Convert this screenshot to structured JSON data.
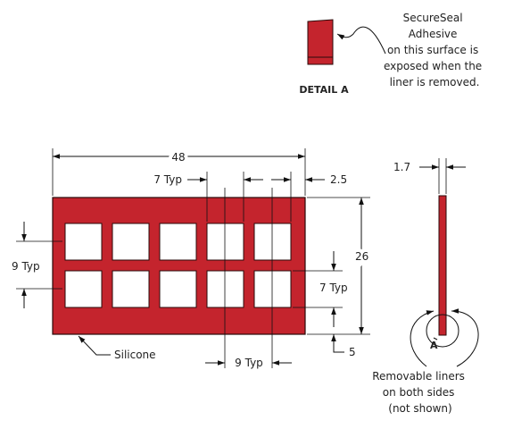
{
  "colors": {
    "part_fill": "#c4242d",
    "part_stroke": "#2a0a0a",
    "line": "#111111",
    "background": "#ffffff"
  },
  "detail": {
    "title": "DETAIL A",
    "note_lines": [
      "SecureSeal",
      "Adhesive",
      "on this surface is",
      "exposed when the",
      "liner is removed."
    ]
  },
  "dimensions": {
    "width": "48",
    "height": "26",
    "edge_offset": "2.5",
    "cell_width": "7 Typ",
    "pitch_vertical": "9 Typ",
    "cell_height": "7 Typ",
    "pitch_horizontal": "9 Typ",
    "bottom_offset": "5",
    "thickness": "1.7"
  },
  "labels": {
    "material": "Silicone",
    "section_marker": "A",
    "liner_note_lines": [
      "Removable liners",
      "on both sides",
      "(not shown)"
    ]
  }
}
